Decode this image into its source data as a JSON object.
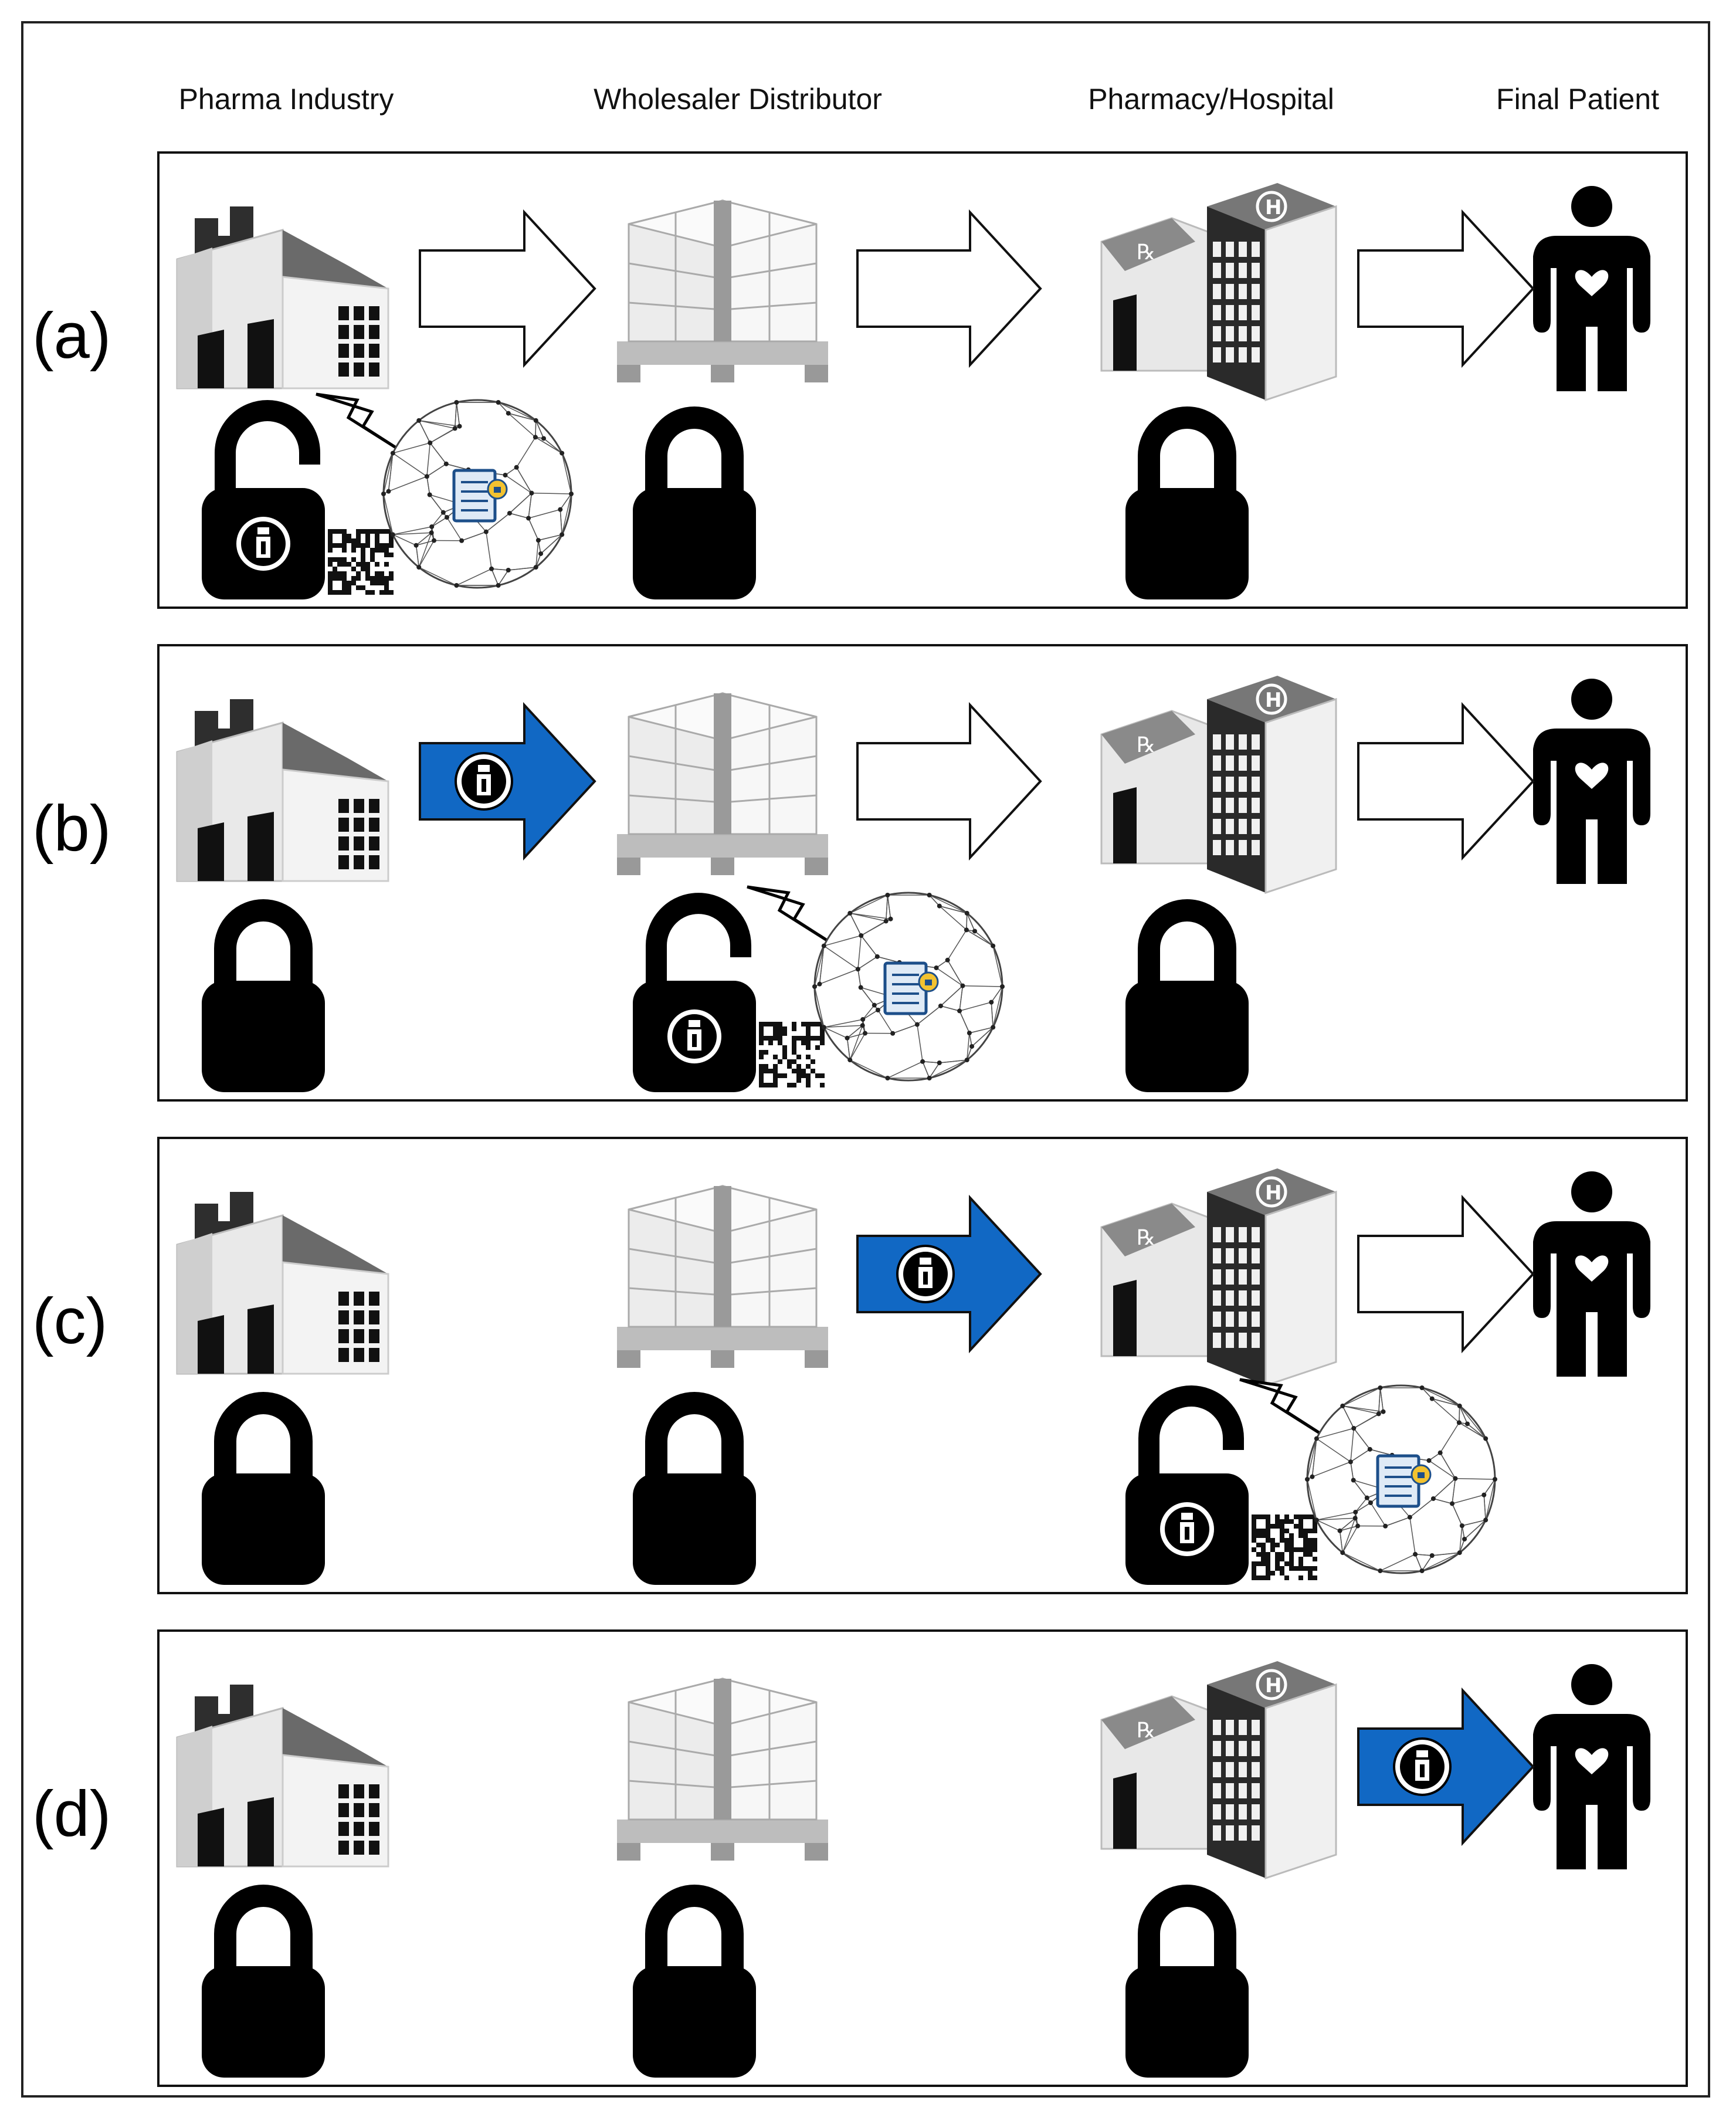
{
  "columns": [
    {
      "id": "pharma",
      "label": "Pharma Industry"
    },
    {
      "id": "wholesaler",
      "label": "Wholesaler Distributor"
    },
    {
      "id": "pharmacy",
      "label": "Pharmacy/Hospital"
    },
    {
      "id": "patient",
      "label": "Final Patient"
    }
  ],
  "colors": {
    "active_arrow": "#1168c4",
    "lock": "#000000",
    "outline": "#111111"
  },
  "panels": [
    {
      "label": "(a)",
      "active_arrow": null,
      "unlocked_stage": 0,
      "hidden_locks": []
    },
    {
      "label": "(b)",
      "active_arrow": 0,
      "unlocked_stage": 1,
      "hidden_locks": []
    },
    {
      "label": "(c)",
      "active_arrow": 1,
      "unlocked_stage": 2,
      "hidden_locks": []
    },
    {
      "label": "(d)",
      "active_arrow": 2,
      "unlocked_stage": null,
      "hidden_locks": []
    }
  ]
}
